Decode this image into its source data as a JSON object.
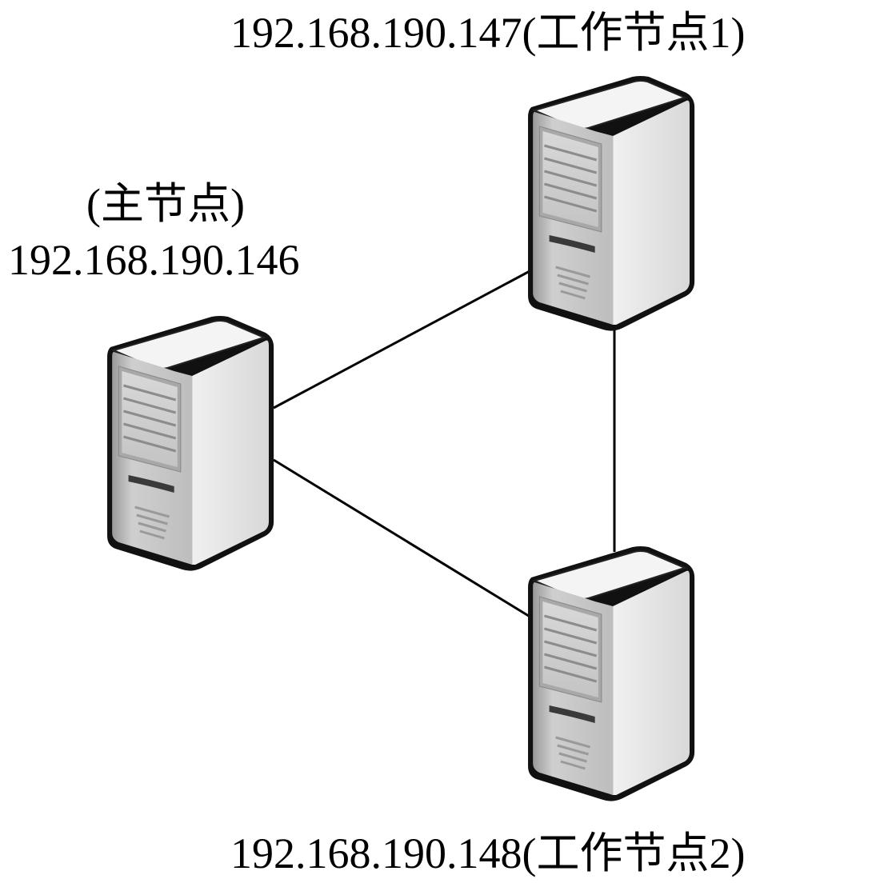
{
  "nodes": {
    "master": {
      "role_label": "(主节点)",
      "ip": "192.168.190.146",
      "icon": "server-tower-icon"
    },
    "worker1": {
      "label": "192.168.190.147(工作节点1)",
      "icon": "server-tower-icon"
    },
    "worker2": {
      "label": "192.168.190.148(工作节点2)",
      "icon": "server-tower-icon"
    }
  },
  "links": [
    {
      "from": "master",
      "to": "worker1"
    },
    {
      "from": "master",
      "to": "worker2"
    },
    {
      "from": "worker1",
      "to": "worker2"
    }
  ],
  "colors": {
    "line": "#000000",
    "server_front": "#d4d4d4",
    "server_side": "#e9e9e9",
    "server_top": "#f2f2f2",
    "server_outline": "#1a1a1a"
  }
}
